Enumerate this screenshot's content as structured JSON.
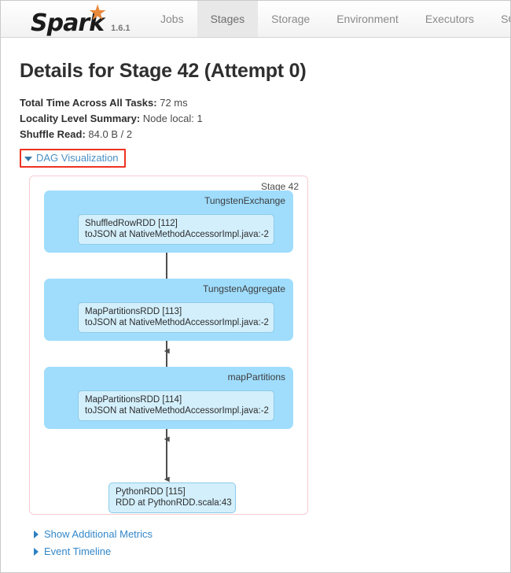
{
  "navbar": {
    "brand_name": "Spark",
    "brand_star_glyph": "★",
    "version": "1.6.1",
    "tabs": [
      {
        "label": "Jobs",
        "active": false
      },
      {
        "label": "Stages",
        "active": true
      },
      {
        "label": "Storage",
        "active": false
      },
      {
        "label": "Environment",
        "active": false
      },
      {
        "label": "Executors",
        "active": false
      },
      {
        "label": "SQL",
        "active": false
      }
    ]
  },
  "page": {
    "title": "Details for Stage 42 (Attempt 0)",
    "summary": [
      {
        "label": "Total Time Across All Tasks:",
        "value": "72 ms"
      },
      {
        "label": "Locality Level Summary:",
        "value": "Node local: 1"
      },
      {
        "label": "Shuffle Read:",
        "value": "84.0 B / 2"
      }
    ],
    "dag_toggle_label": "DAG Visualization",
    "dag_toggle_expanded": true,
    "highlight_color": "#ee3322"
  },
  "dag": {
    "stage_label": "Stage 42",
    "container_border_color": "#f7cdd3",
    "stage_box_color": "#a0ddfd",
    "rdd_node_color": "#d3effc",
    "edge_color": "#4d4d4d",
    "stages": [
      {
        "label": "TungstenExchange",
        "rdd_title": "ShuffledRowRDD [112]",
        "rdd_subtitle": "toJSON at NativeMethodAccessorImpl.java:-2"
      },
      {
        "label": "TungstenAggregate",
        "rdd_title": "MapPartitionsRDD [113]",
        "rdd_subtitle": "toJSON at NativeMethodAccessorImpl.java:-2"
      },
      {
        "label": "mapPartitions",
        "rdd_title": "MapPartitionsRDD [114]",
        "rdd_subtitle": "toJSON at NativeMethodAccessorImpl.java:-2"
      }
    ],
    "terminal_node": {
      "rdd_title": "PythonRDD [115]",
      "rdd_subtitle": "RDD at PythonRDD.scala:43"
    }
  },
  "footer": {
    "links": [
      {
        "label": "Show Additional Metrics"
      },
      {
        "label": "Event Timeline"
      }
    ]
  }
}
